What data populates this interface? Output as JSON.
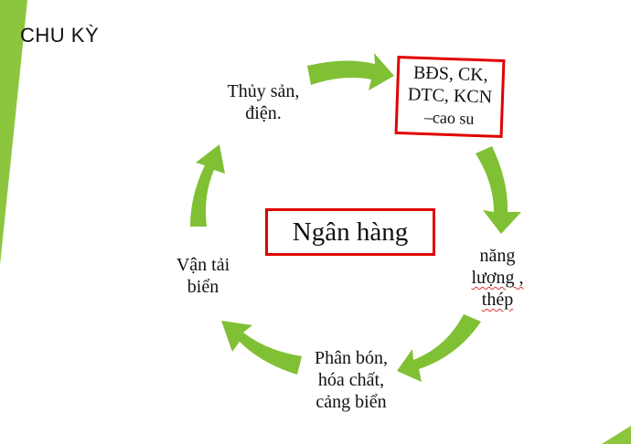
{
  "slide": {
    "title": "CHU KỲ"
  },
  "colors": {
    "accent_green": "#8cc63f",
    "arrow_green": "#80c034",
    "highlight_red": "#e00000"
  },
  "center": {
    "label": "Ngân hàng"
  },
  "nodes": {
    "thuy_san": {
      "lines": [
        "Thủy sản,",
        "điện."
      ]
    },
    "bds": {
      "lines": [
        "BĐS, CK,",
        "DTC, KCN",
        "–cao su"
      ]
    },
    "nang_luong": {
      "lines": [
        "năng",
        "lượng ,",
        "thép"
      ]
    },
    "phan_bon": {
      "lines": [
        "Phân bón,",
        "hóa chất,",
        "cảng biển"
      ]
    },
    "van_tai": {
      "lines": [
        "Vận tải",
        "biển"
      ]
    }
  }
}
